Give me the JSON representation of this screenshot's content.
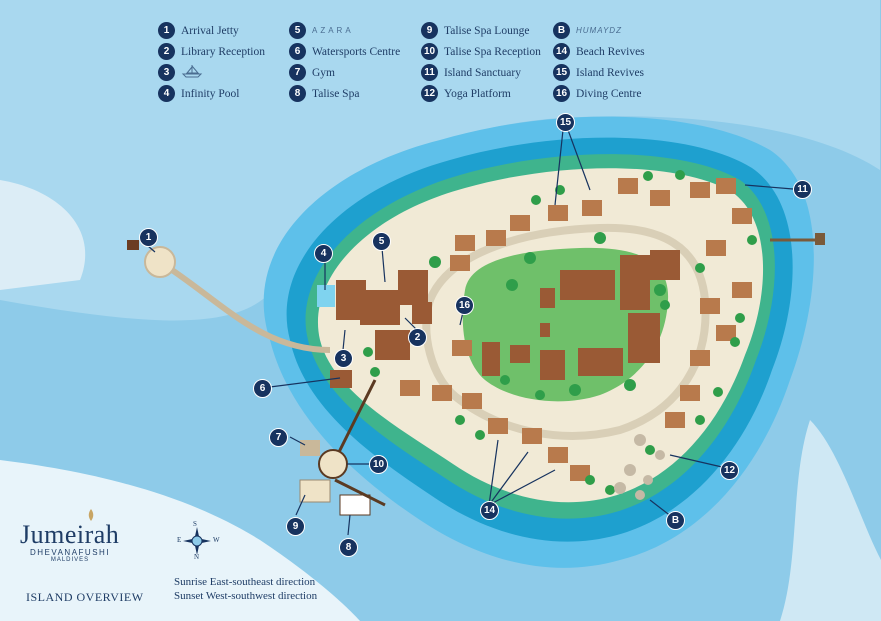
{
  "legend": {
    "col1": [
      {
        "num": "1",
        "label": "Arrival Jetty"
      },
      {
        "num": "2",
        "label": "Library Reception"
      },
      {
        "num": "3",
        "label": ""
      },
      {
        "num": "4",
        "label": "Infinity Pool"
      }
    ],
    "col2": [
      {
        "num": "5",
        "label": "AZARA"
      },
      {
        "num": "6",
        "label": "Watersports Centre"
      },
      {
        "num": "7",
        "label": "Gym"
      },
      {
        "num": "8",
        "label": "Talise Spa"
      }
    ],
    "col3": [
      {
        "num": "9",
        "label": "Talise Spa Lounge"
      },
      {
        "num": "10",
        "label": "Talise Spa Reception"
      },
      {
        "num": "11",
        "label": "Island Sanctuary"
      },
      {
        "num": "12",
        "label": "Yoga Platform"
      }
    ],
    "col4": [
      {
        "num": "B",
        "label": "HUMAYDZ"
      },
      {
        "num": "14",
        "label": "Beach Revives"
      },
      {
        "num": "15",
        "label": "Island Revives"
      },
      {
        "num": "16",
        "label": "Diving Centre"
      }
    ]
  },
  "brand": {
    "name": "Jumeirah",
    "location": "DHEVANAFUSHI",
    "country": "MALDIVES",
    "overview": "ISLAND OVERVIEW"
  },
  "directions": {
    "sunrise": "Sunrise East-southeast direction",
    "sunset": "Sunset West-southwest direction"
  },
  "compass": {
    "n": "S",
    "s": "N",
    "w": "E",
    "e": "W"
  },
  "callouts": {
    "c1": "1",
    "c2": "2",
    "c3": "3",
    "c4": "4",
    "c5": "5",
    "c6": "6",
    "c7": "7",
    "c8": "8",
    "c9": "9",
    "c10": "10",
    "c11": "11",
    "c12": "12",
    "cB": "B",
    "c14": "14",
    "c15": "15",
    "c16": "16"
  },
  "colors": {
    "deep_water": "#4fb6e6",
    "lagoon": "#8ecbe9",
    "reef": "#1ea0cf",
    "sand": "#f1ead6",
    "lawn": "#6fc06a",
    "roof": "#9a5a35",
    "navy": "#17335f"
  }
}
